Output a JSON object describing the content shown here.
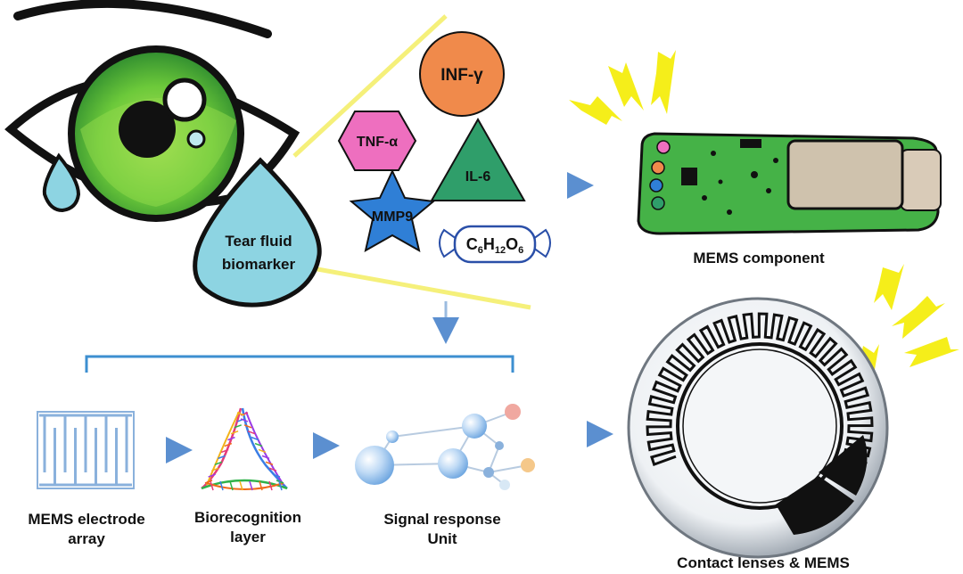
{
  "drop_label": {
    "line1": "Tear fluid",
    "line2": "biomarker"
  },
  "biomarkers": {
    "inf": "INF-γ",
    "tnf": "TNF-α",
    "il6": "IL-6",
    "mmp9": "MMP9",
    "glucose": {
      "c": "C",
      "c_sub": "6",
      "h": "H",
      "h_sub": "12",
      "o": "O",
      "o_sub": "6"
    }
  },
  "colors": {
    "inf": "#f08a4b",
    "tnf": "#ee6fbf",
    "il6": "#2f9e6a",
    "mmp9": "#2f7fd6",
    "drop": "#8dd4e2",
    "iris": "#6cc93a",
    "board": "#45b247",
    "arrow": "#5b8fd0",
    "bracket": "#3d8fd0",
    "bolt": "#f5ee1a"
  },
  "labels": {
    "mems_component": "MEMS component",
    "electrode_line1": "MEMS electrode",
    "electrode_line2": "array",
    "biorecog_line1": "Biorecognition",
    "biorecog_line2": "layer",
    "signal_line1": "Signal response",
    "signal_line2": "Unit",
    "contact": "Contact lenses & MEMS"
  }
}
